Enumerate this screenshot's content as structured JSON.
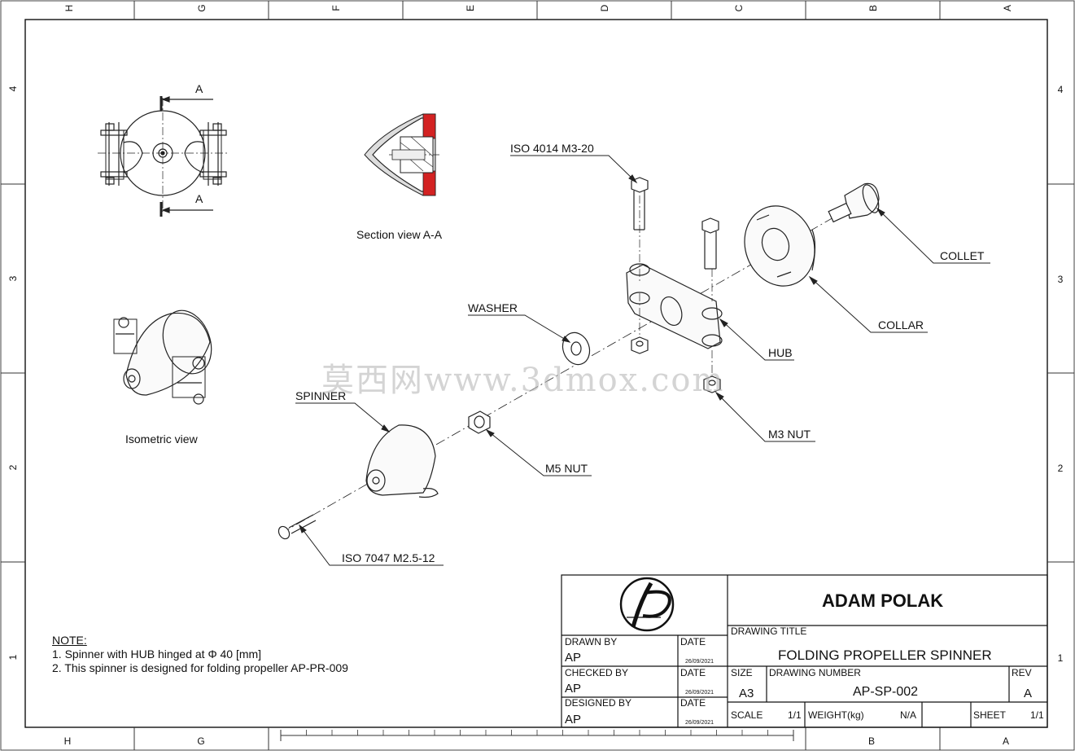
{
  "zones": {
    "columns": [
      "H",
      "G",
      "F",
      "E",
      "D",
      "C",
      "B",
      "A"
    ],
    "rows": [
      "4",
      "3",
      "2",
      "1"
    ]
  },
  "views": {
    "section_letter": "A",
    "section_caption": "Section view A-A",
    "isometric_caption": "Isometric view"
  },
  "callouts": {
    "iso4014": "ISO 4014 M3-20",
    "collet": "COLLET",
    "collar": "COLLAR",
    "washer": "WASHER",
    "hub": "HUB",
    "spinner": "SPINNER",
    "m3nut": "M3 NUT",
    "m5nut": "M5 NUT",
    "iso7047": "ISO 7047 M2.5-12"
  },
  "watermark": "莫西网www.3dmox.com",
  "notes": {
    "heading": "NOTE:",
    "lines": [
      "1. Spinner with HUB hinged at Φ 40 [mm]",
      "2. This spinner is designed for folding propeller AP-PR-009"
    ]
  },
  "title_block": {
    "company": "ADAM POLAK",
    "drawing_title_label": "DRAWING TITLE",
    "drawing_title": "FOLDING PROPELLER SPINNER",
    "drawn_by_label": "DRAWN BY",
    "drawn_by": "AP",
    "checked_by_label": "CHECKED BY",
    "checked_by": "AP",
    "designed_by_label": "DESIGNED BY",
    "designed_by": "AP",
    "date_label": "DATE",
    "date_drawn": "26/09/2021",
    "date_checked": "26/09/2021",
    "date_designed": "26/09/2021",
    "size_label": "SIZE",
    "size": "A3",
    "drawing_number_label": "DRAWING NUMBER",
    "drawing_number": "AP-SP-002",
    "rev_label": "REV",
    "rev": "A",
    "scale_label": "SCALE",
    "scale": "1/1",
    "weight_label": "WEIGHT(kg)",
    "weight": "N/A",
    "sheet_label": "SHEET",
    "sheet": "1/1"
  }
}
